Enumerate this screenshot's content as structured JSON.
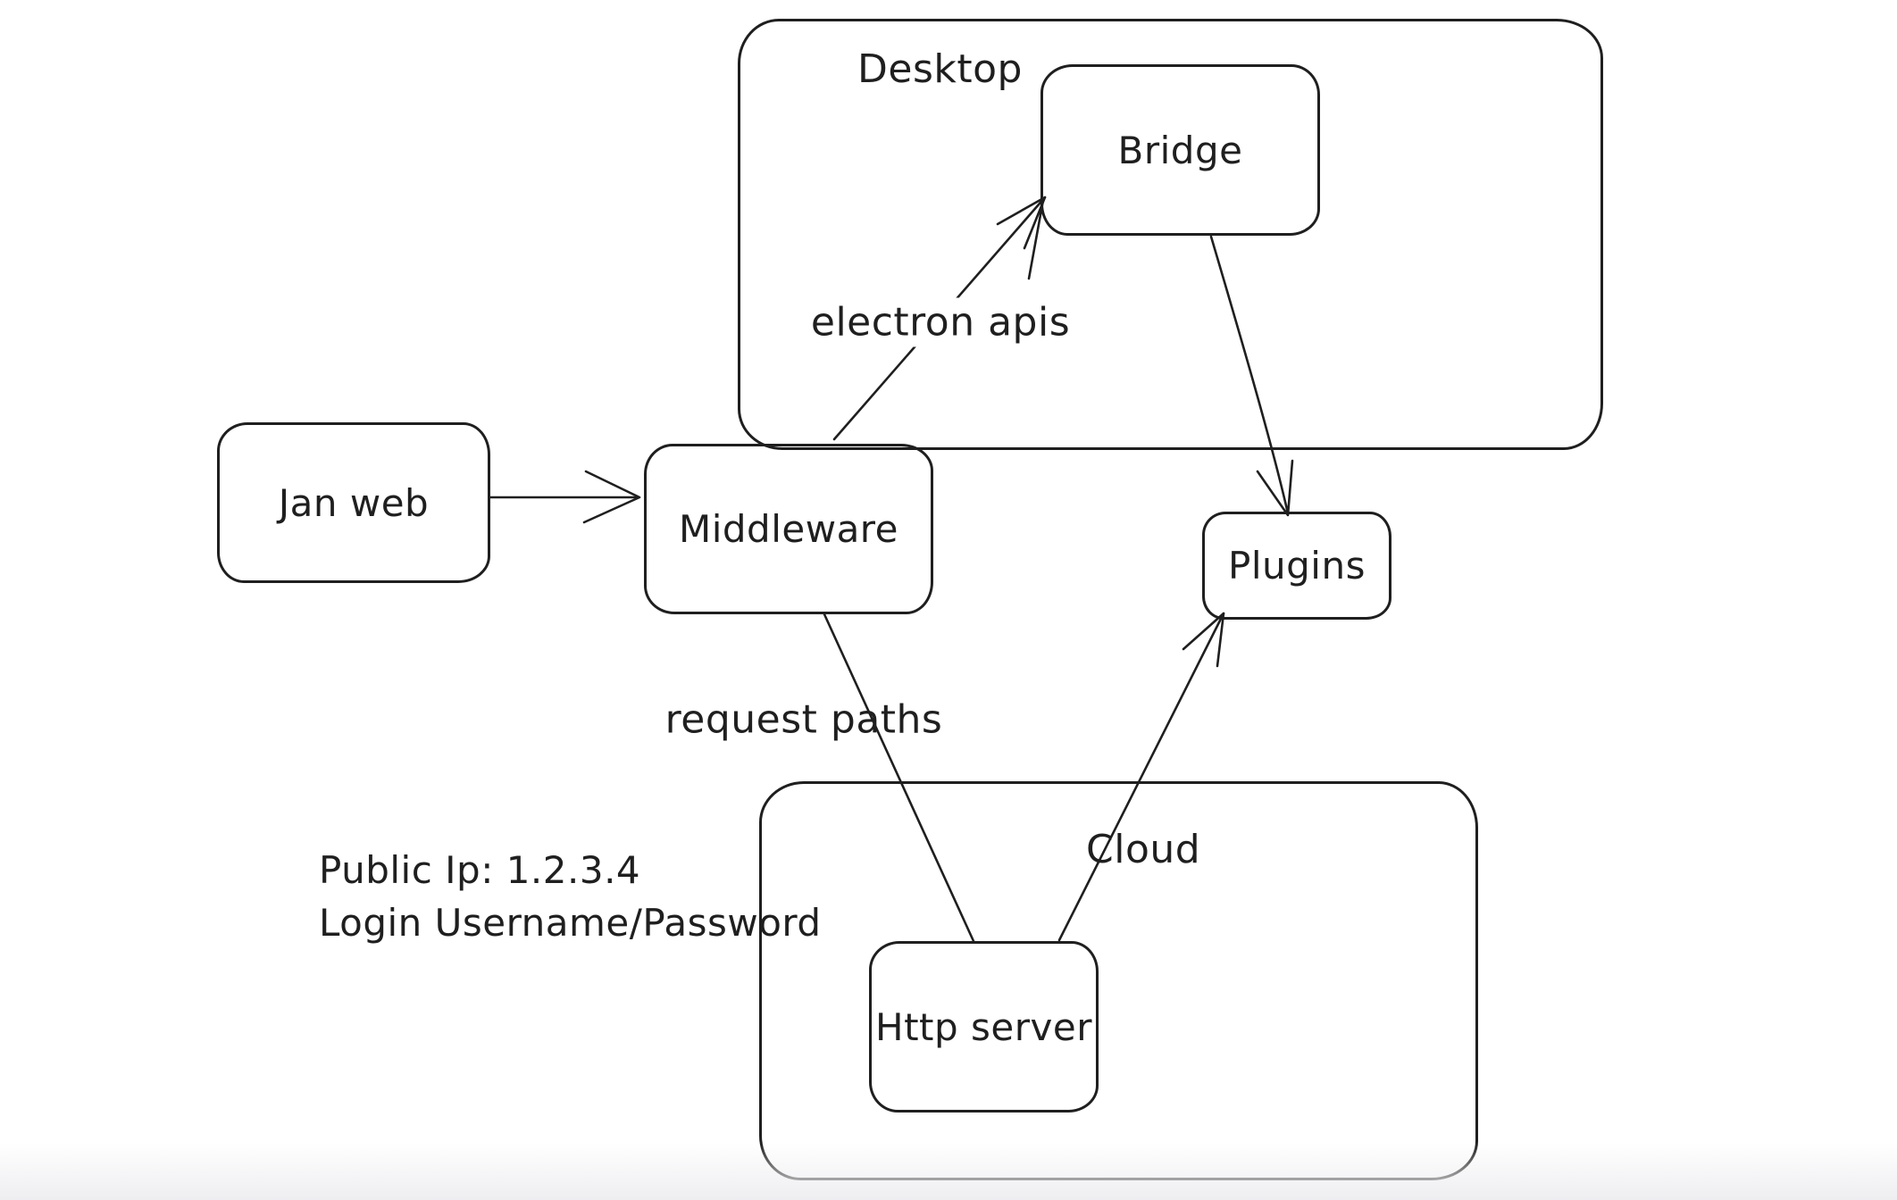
{
  "canvas": {
    "background_color": "#ffffff",
    "stroke_color": "#1f1f1f"
  },
  "containers": [
    {
      "id": "desktop",
      "label": "Desktop"
    },
    {
      "id": "cloud",
      "label": "Cloud"
    }
  ],
  "nodes": [
    {
      "id": "jan-web",
      "label": "Jan web"
    },
    {
      "id": "middleware",
      "label": "Middleware"
    },
    {
      "id": "bridge",
      "label": "Bridge"
    },
    {
      "id": "plugins",
      "label": "Plugins"
    },
    {
      "id": "http-server",
      "label": "Http server"
    }
  ],
  "edges": [
    {
      "from": "jan-web",
      "to": "middleware",
      "arrowhead": "end",
      "label": ""
    },
    {
      "from": "middleware",
      "to": "bridge",
      "arrowhead": "end",
      "label": "electron apis"
    },
    {
      "from": "bridge",
      "to": "plugins",
      "arrowhead": "end",
      "label": ""
    },
    {
      "from": "middleware",
      "to": "http-server",
      "arrowhead": "none",
      "label": "request paths"
    },
    {
      "from": "http-server",
      "to": "plugins",
      "arrowhead": "end",
      "label": ""
    }
  ],
  "edge_labels": {
    "electron_apis": "electron apis",
    "request_paths": "request paths"
  },
  "annotations": [
    "Public Ip: 1.2.3.4",
    "Login Username/Password"
  ]
}
